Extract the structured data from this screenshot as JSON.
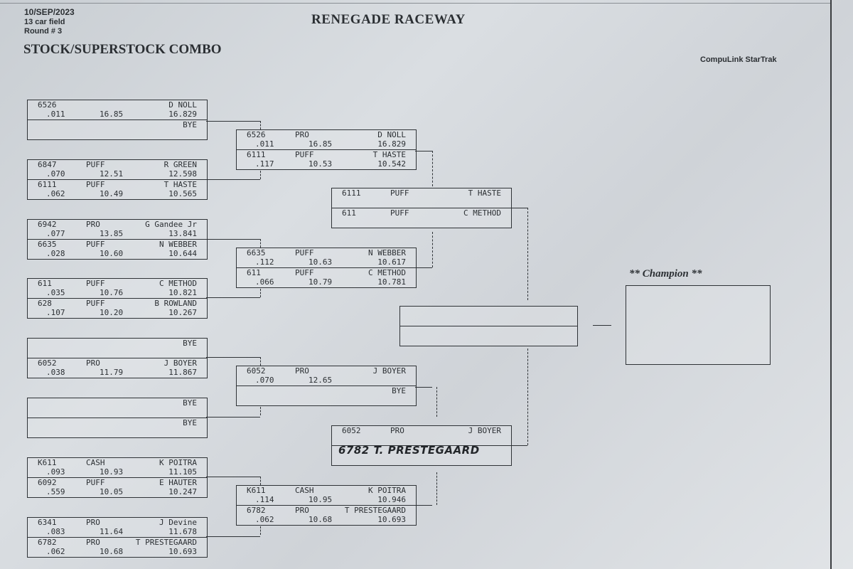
{
  "header": {
    "date": "10/SEP/2023",
    "field": "13 car field",
    "round": "Round # 3",
    "title": "RENEGADE RACEWAY",
    "event": "STOCK/SUPERSTOCK COMBO",
    "software": "CompuLink StarTrak"
  },
  "round1": [
    [
      {
        "car": "6526",
        "cls": "",
        "name": "D NOLL",
        "rt": ".011",
        "dial": "16.85",
        "et": "16.829"
      },
      {
        "car": "",
        "cls": "",
        "name": "BYE",
        "rt": "",
        "dial": "",
        "et": ""
      }
    ],
    [
      {
        "car": "6847",
        "cls": "PUFF",
        "name": "R GREEN",
        "rt": ".070",
        "dial": "12.51",
        "et": "12.598"
      },
      {
        "car": "6111",
        "cls": "PUFF",
        "name": "T HASTE",
        "rt": ".062",
        "dial": "10.49",
        "et": "10.565"
      }
    ],
    [
      {
        "car": "6942",
        "cls": "PRO",
        "name": "G Gandee Jr",
        "rt": ".077",
        "dial": "13.85",
        "et": "13.841"
      },
      {
        "car": "6635",
        "cls": "PUFF",
        "name": "N WEBBER",
        "rt": ".028",
        "dial": "10.60",
        "et": "10.644"
      }
    ],
    [
      {
        "car": "611",
        "cls": "PUFF",
        "name": "C METHOD",
        "rt": ".035",
        "dial": "10.76",
        "et": "10.821"
      },
      {
        "car": "628",
        "cls": "PUFF",
        "name": "B ROWLAND",
        "rt": ".107",
        "dial": "10.20",
        "et": "10.267"
      }
    ],
    [
      {
        "car": "",
        "cls": "",
        "name": "BYE",
        "rt": "",
        "dial": "",
        "et": ""
      },
      {
        "car": "6052",
        "cls": "PRO",
        "name": "J BOYER",
        "rt": ".038",
        "dial": "11.79",
        "et": "11.867"
      }
    ],
    [
      {
        "car": "",
        "cls": "",
        "name": "BYE",
        "rt": "",
        "dial": "",
        "et": ""
      },
      {
        "car": "",
        "cls": "",
        "name": "BYE",
        "rt": "",
        "dial": "",
        "et": ""
      }
    ],
    [
      {
        "car": "K611",
        "cls": "CASH",
        "name": "K POITRA",
        "rt": ".093",
        "dial": "10.93",
        "et": "11.105"
      },
      {
        "car": "6092",
        "cls": "PUFF",
        "name": "E HAUTER",
        "rt": ".559",
        "dial": "10.05",
        "et": "10.247"
      }
    ],
    [
      {
        "car": "6341",
        "cls": "PRO",
        "name": "J Devine",
        "rt": ".083",
        "dial": "11.64",
        "et": "11.678"
      },
      {
        "car": "6782",
        "cls": "PRO",
        "name": "T PRESTEGAARD",
        "rt": ".062",
        "dial": "10.68",
        "et": "10.693"
      }
    ]
  ],
  "round2": [
    [
      {
        "car": "6526",
        "cls": "PRO",
        "name": "D NOLL",
        "rt": ".011",
        "dial": "16.85",
        "et": "16.829"
      },
      {
        "car": "6111",
        "cls": "PUFF",
        "name": "T HASTE",
        "rt": ".117",
        "dial": "10.53",
        "et": "10.542"
      }
    ],
    [
      {
        "car": "6635",
        "cls": "PUFF",
        "name": "N WEBBER",
        "rt": ".112",
        "dial": "10.63",
        "et": "10.617"
      },
      {
        "car": "611",
        "cls": "PUFF",
        "name": "C METHOD",
        "rt": ".066",
        "dial": "10.79",
        "et": "10.781"
      }
    ],
    [
      {
        "car": "6052",
        "cls": "PRO",
        "name": "J BOYER",
        "rt": ".070",
        "dial": "12.65",
        "et": ""
      },
      {
        "car": "",
        "cls": "",
        "name": "BYE",
        "rt": "",
        "dial": "",
        "et": ""
      }
    ],
    [
      {
        "car": "K611",
        "cls": "CASH",
        "name": "K POITRA",
        "rt": ".114",
        "dial": "10.95",
        "et": "10.946"
      },
      {
        "car": "6782",
        "cls": "PRO",
        "name": "T PRESTEGAARD",
        "rt": ".062",
        "dial": "10.68",
        "et": "10.693"
      }
    ]
  ],
  "round3": [
    [
      {
        "car": "6111",
        "cls": "PUFF",
        "name": "T HASTE",
        "rt": "",
        "dial": "",
        "et": ""
      },
      {
        "car": "611",
        "cls": "PUFF",
        "name": "C METHOD",
        "rt": "",
        "dial": "",
        "et": ""
      }
    ],
    [
      {
        "car": "6052",
        "cls": "PRO",
        "name": "J BOYER",
        "rt": "",
        "dial": "",
        "et": ""
      },
      {
        "car": "",
        "cls": "",
        "name": "",
        "rt": "",
        "dial": "",
        "et": ""
      }
    ]
  ],
  "handwritten": "6782 T. PRESTEGAARD",
  "champion_label": "** Champion **"
}
